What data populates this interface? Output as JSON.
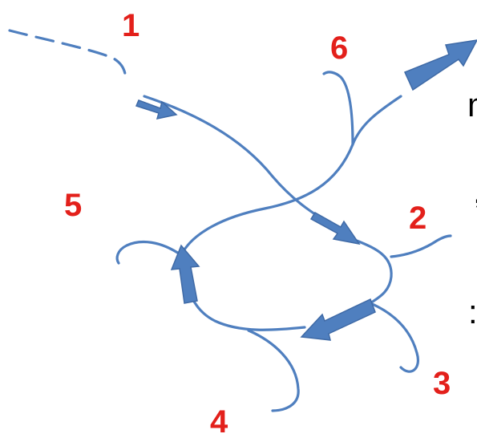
{
  "colors": {
    "strand": "#4f7fbf",
    "label": "#e3201b",
    "text": "#000000"
  },
  "cropped_text": {
    "line1": "m",
    "line2": ",",
    "line3": ":,"
  },
  "labels": {
    "n1": "1",
    "n2": "2",
    "n3": "3",
    "n4": "4",
    "n5": "5",
    "n6": "6"
  }
}
